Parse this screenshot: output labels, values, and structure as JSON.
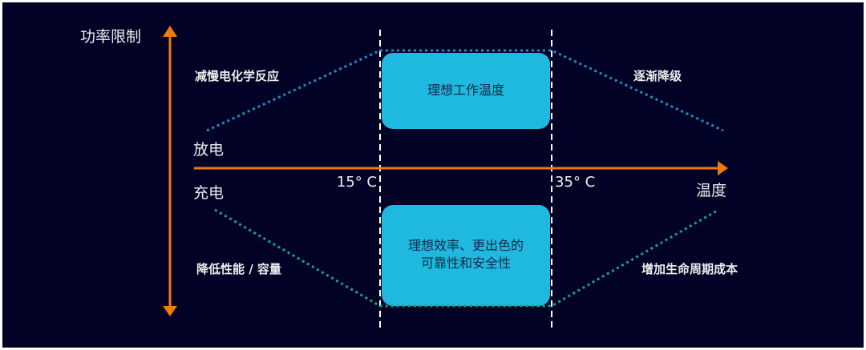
{
  "colors": {
    "background": "#020226",
    "axis": "#ee7a12",
    "box": "#1fb8de",
    "discharge_line": "#1a8fc0",
    "charge_line": "#14a77f",
    "text": "#ececec",
    "box_text": "#0e2d48"
  },
  "y_axis_label": "功率限制",
  "x_axis_label": "温度",
  "discharge_label": "放电",
  "charge_label": "充电",
  "temp_low": "15° C",
  "temp_high": "35° C",
  "top_left_note": "减慢电化学反应",
  "top_right_note": "逐渐降级",
  "bottom_left_note": "降低性能 / 容量",
  "bottom_right_note": "增加生命周期成本",
  "top_box": "理想工作温度",
  "bottom_box": [
    "理想效率、更出色的",
    "可靠性和安全性"
  ]
}
